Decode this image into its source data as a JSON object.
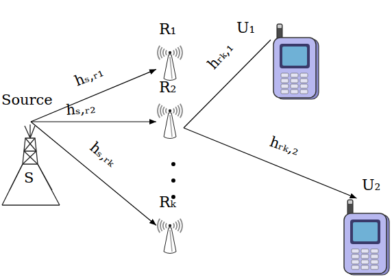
{
  "diagram": {
    "nodes": [
      {
        "text": [
          "Source",
          "S"
        ]
      },
      {
        "text": [
          "R₁"
        ]
      },
      {
        "text": [
          "R₂"
        ]
      },
      {
        "text": [
          "Rₖ"
        ]
      },
      {
        "text": [
          "U₁"
        ]
      },
      {
        "text": [
          "U₂"
        ]
      }
    ],
    "edges": [
      {
        "from": 0,
        "to": 1,
        "arrow": "to",
        "label": "hₛ,ᵣ₁"
      },
      {
        "from": 0,
        "to": 2,
        "arrow": "to",
        "label": "hₛ,ᵣ₂"
      },
      {
        "from": 0,
        "to": 3,
        "arrow": "to",
        "label": "hₛ,ᵣₖ"
      },
      {
        "from": 2,
        "to": 4,
        "arrow": "none",
        "label": "hᵣₖ,₁"
      },
      {
        "from": 2,
        "to": 5,
        "arrow": "to",
        "label": "hᵣₖ,₂"
      }
    ]
  }
}
